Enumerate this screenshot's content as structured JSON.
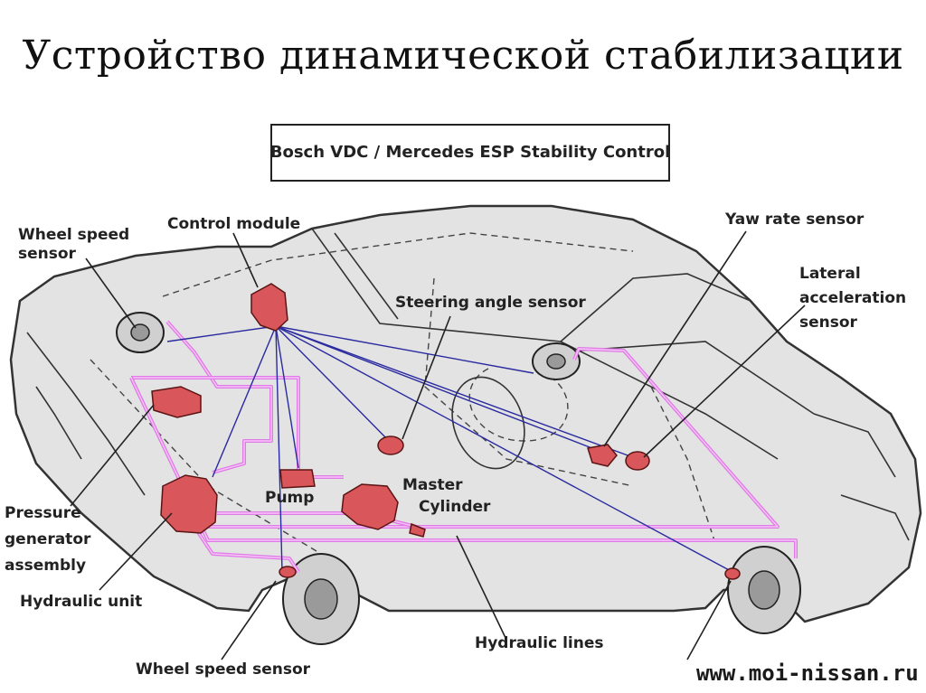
{
  "title": "Устройство динамической стабилизации",
  "diagram": {
    "header": "Bosch VDC / Mercedes ESP Stability Control",
    "labels": {
      "wheel_speed_sensor_rear_line1": "Wheel speed",
      "wheel_speed_sensor_rear_line2": "sensor",
      "control_module": "Control module",
      "steering_angle_sensor": "Steering angle sensor",
      "yaw_rate_sensor": "Yaw rate sensor",
      "lateral_accel_line1": "Lateral",
      "lateral_accel_line2": "acceleration",
      "lateral_accel_line3": "sensor",
      "pump": "Pump",
      "master_cylinder_line1": "Master",
      "master_cylinder_line2": "Cylinder",
      "pressure_gen_line1": "Pressure",
      "pressure_gen_line2": "generator",
      "pressure_gen_line3": "assembly",
      "hydraulic_unit": "Hydraulic unit",
      "hydraulic_lines": "Hydraulic lines",
      "wheel_speed_sensor_front": "Wheel speed sensor"
    },
    "watermark": "www.moi-nissan.ru",
    "colors": {
      "hydraulic_line": "#e07ae6",
      "signal_wire": "#2a2aa0",
      "component": "#d9565a",
      "car_body": "#e3e3e3"
    }
  }
}
